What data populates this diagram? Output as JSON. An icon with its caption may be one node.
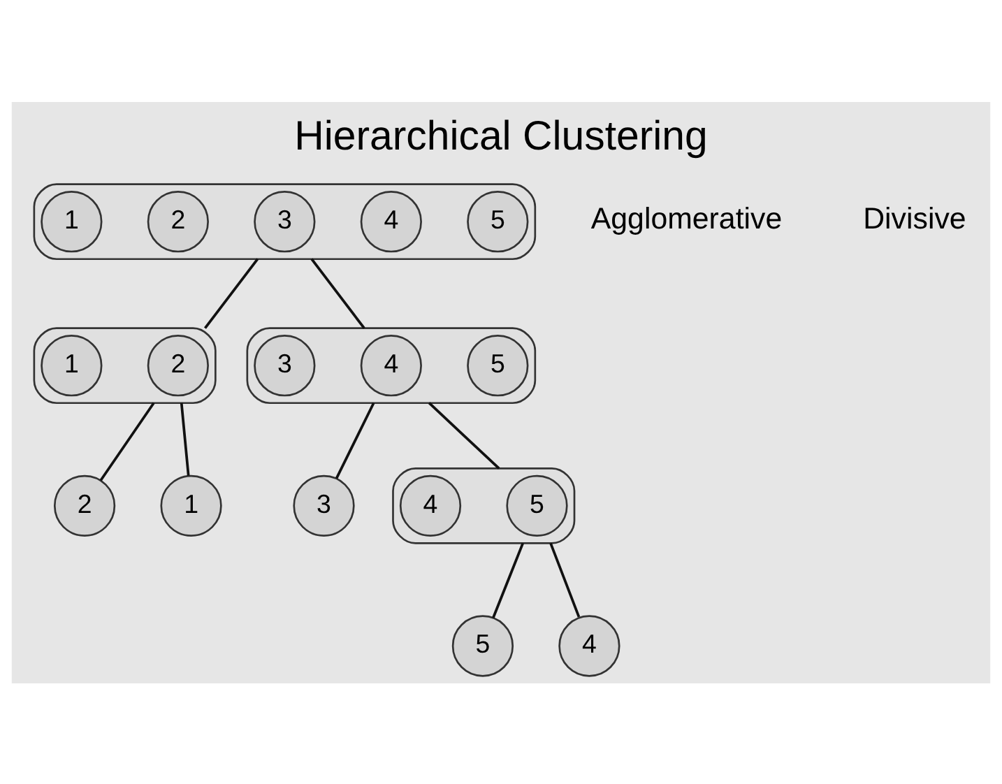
{
  "diagram": {
    "title": "Hierarchical Clustering",
    "nodes": [
      {
        "text": [],
        "shape": "box"
      },
      {
        "text": [
          "1"
        ],
        "in": 0
      },
      {
        "text": [
          "2"
        ],
        "in": 0
      },
      {
        "text": [
          "3"
        ],
        "in": 0
      },
      {
        "text": [
          "4"
        ],
        "in": 0
      },
      {
        "text": [
          "5"
        ],
        "in": 0
      },
      {
        "text": [],
        "shape": "box"
      },
      {
        "text": [
          "3"
        ],
        "in": 6
      },
      {
        "text": [
          "4"
        ],
        "in": 6
      },
      {
        "text": [
          "5"
        ],
        "in": 6
      },
      {
        "text": [],
        "shape": "box"
      },
      {
        "text": [
          "1"
        ],
        "in": 10
      },
      {
        "text": [
          "2"
        ],
        "in": 10
      },
      {
        "text": [],
        "shape": "box"
      },
      {
        "text": [
          "4"
        ],
        "in": 13
      },
      {
        "text": [
          "5"
        ],
        "in": 13
      },
      {
        "text": [
          "1"
        ]
      },
      {
        "text": [
          "2"
        ]
      },
      {
        "text": [
          "3"
        ]
      },
      {
        "text": [
          "4"
        ]
      },
      {
        "text": [
          "5"
        ]
      }
    ],
    "edges": [
      {
        "from": 0,
        "to": 10,
        "arrow": "none"
      },
      {
        "from": 0,
        "to": 6,
        "arrow": "none"
      },
      {
        "from": 10,
        "to": 16,
        "arrow": "none"
      },
      {
        "from": 10,
        "to": 17,
        "arrow": "none"
      },
      {
        "from": 6,
        "to": 18,
        "arrow": "none"
      },
      {
        "from": 6,
        "to": 13,
        "arrow": "none"
      },
      {
        "from": 13,
        "to": 19,
        "arrow": "none"
      },
      {
        "from": 13,
        "to": 20,
        "arrow": "none"
      }
    ],
    "labels": [
      "Agglomerative",
      "Divisive"
    ]
  }
}
